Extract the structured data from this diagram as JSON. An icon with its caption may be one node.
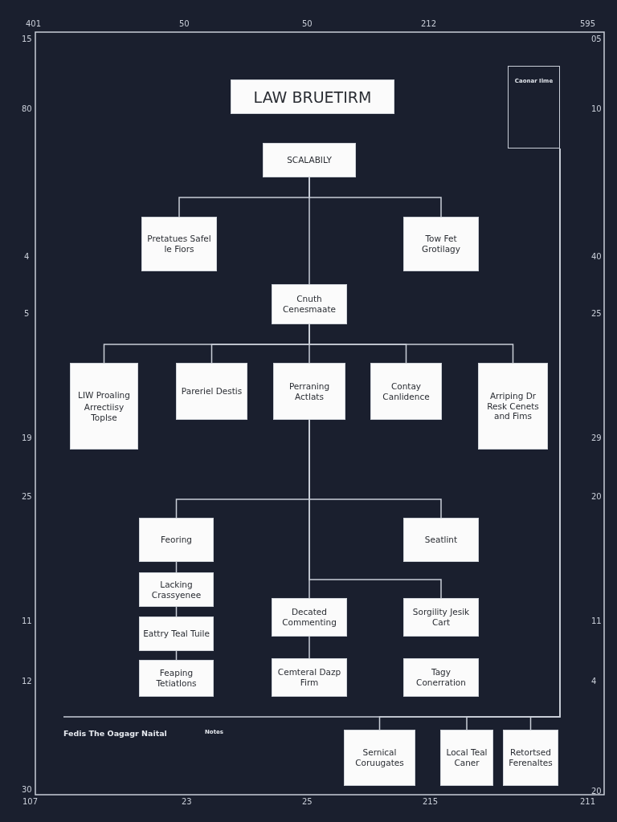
{
  "diagram": {
    "title": "LAW BRUETIRM",
    "nodes": [
      {
        "text": [
          "SCALABILY"
        ]
      },
      {
        "text": [
          "Pretatues Safel le Fiors"
        ]
      },
      {
        "text": [
          "Tow Fet Grotilagy"
        ]
      },
      {
        "text": [
          "Cnuth Cenesmaate"
        ]
      },
      {
        "text": [
          "LIW Proaling",
          "Arrectiisy Toplse"
        ]
      },
      {
        "text": [
          "Pareriel Destis"
        ]
      },
      {
        "text": [
          "Perraning Actlats"
        ]
      },
      {
        "text": [
          "Contay Canlidence"
        ]
      },
      {
        "text": [
          "Arriping Dr Resk Cenets and Fims"
        ]
      },
      {
        "text": [
          "Feoring"
        ]
      },
      {
        "text": [
          "Lacking Crassyenee"
        ]
      },
      {
        "text": [
          "Eattry Teal Tuile"
        ]
      },
      {
        "text": [
          "Feaping Tetiatlons"
        ]
      },
      {
        "text": [
          "Seatlint"
        ]
      },
      {
        "text": [
          "Decated Commenting"
        ]
      },
      {
        "text": [
          "Sorgility Jesik Cart"
        ]
      },
      {
        "text": [
          "Cemteral Dazp Firm"
        ]
      },
      {
        "text": [
          "Tagy Conerration"
        ]
      },
      {
        "text": [
          "Sernical Coruugates"
        ]
      },
      {
        "text": [
          "Local Teal Caner"
        ]
      },
      {
        "text": [
          "Retortsed Ferenaltes"
        ]
      },
      {
        "text": [
          "Caonar Ilme"
        ]
      }
    ],
    "edges": [
      {
        "from": 0,
        "to": 1,
        "arrow": "none"
      },
      {
        "from": 0,
        "to": 2,
        "arrow": "none"
      },
      {
        "from": 0,
        "to": 3,
        "arrow": "none"
      },
      {
        "from": 3,
        "to": 4,
        "arrow": "none"
      },
      {
        "from": 3,
        "to": 5,
        "arrow": "none"
      },
      {
        "from": 3,
        "to": 6,
        "arrow": "none"
      },
      {
        "from": 3,
        "to": 7,
        "arrow": "none"
      },
      {
        "from": 3,
        "to": 8,
        "arrow": "none"
      },
      {
        "from": 6,
        "to": 9,
        "arrow": "none"
      },
      {
        "from": 6,
        "to": 13,
        "arrow": "none"
      },
      {
        "from": 6,
        "to": 14,
        "arrow": "none"
      },
      {
        "from": 6,
        "to": 15,
        "arrow": "none"
      },
      {
        "from": 9,
        "to": 10,
        "arrow": "none"
      },
      {
        "from": 10,
        "to": 11,
        "arrow": "none"
      },
      {
        "from": 11,
        "to": 12,
        "arrow": "none"
      },
      {
        "from": 14,
        "to": 16,
        "arrow": "none"
      },
      {
        "from": 21,
        "to": 18,
        "arrow": "none"
      },
      {
        "from": 21,
        "to": 19,
        "arrow": "none"
      },
      {
        "from": 21,
        "to": 20,
        "arrow": "none"
      }
    ],
    "labels": [
      "401",
      "50",
      "50",
      "212",
      "595",
      "15",
      "80",
      "4",
      "5",
      "19",
      "25",
      "11",
      "12",
      "30",
      "05",
      "10",
      "40",
      "25",
      "29",
      "20",
      "11",
      "4",
      "20",
      "107",
      "23",
      "25",
      "215",
      "211",
      "Fedis The Oagagr Naital",
      "Notes"
    ]
  }
}
